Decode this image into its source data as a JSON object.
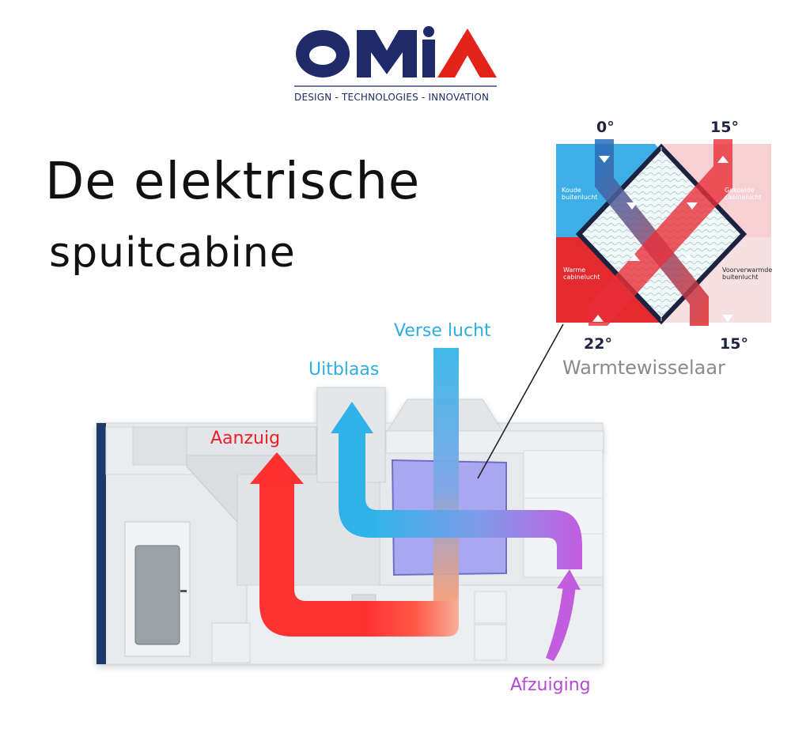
{
  "logo": {
    "wordmark": "OMIA",
    "tagline": "DESIGN - TECHNOLOGIES - INNOVATION",
    "colors": {
      "navy": "#1f2a6b",
      "red": "#e2231a"
    }
  },
  "title": {
    "line1": "De elektrische",
    "line2": "spuitcabine"
  },
  "airflow": {
    "verse_lucht": "Verse lucht",
    "uitblaas": "Uitblaas",
    "aanzuig": "Aanzuig",
    "afzuiging": "Afzuiging",
    "colors": {
      "blue": "#2eaee0",
      "red": "#e8202a",
      "purple": "#b44ad6"
    }
  },
  "heat_exchanger": {
    "title": "Warmtewisselaar",
    "temps": {
      "top_left": "0°",
      "top_right": "15°",
      "bottom_left": "22°",
      "bottom_right": "15°"
    },
    "labels": {
      "koude": "Koude buitenlucht",
      "gekoelde": "Gekoelde cabinelucht",
      "warme": "Warme cabinelucht",
      "voorverwarmde": "Voorverwarmde buitenlucht"
    }
  }
}
